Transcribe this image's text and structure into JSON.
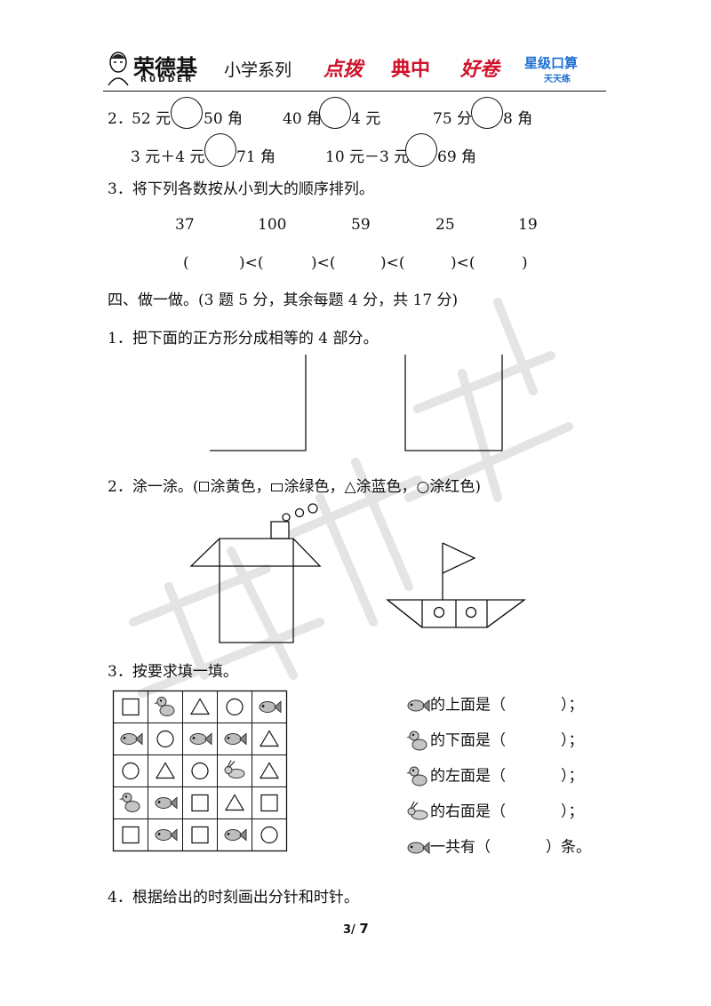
{
  "header": {
    "brand": "荣德基",
    "brand_sub": "RUDDER",
    "series": "小学系列",
    "logo1": "点拨",
    "logo2": "典中",
    "logo3": "好卷",
    "logo4_line1": "星级口算",
    "logo4_line2": "天天练",
    "accent_red": "#d0112b",
    "accent_blue": "#1c6fd1"
  },
  "q2": {
    "number": "2．",
    "row1": [
      {
        "left": "52 元",
        "right": "50 角"
      },
      {
        "left": "40 角",
        "right": "4 元"
      },
      {
        "left": "75 分",
        "right": "8 角"
      }
    ],
    "row2": [
      {
        "left": "3 元＋4 元",
        "right": "71 角"
      },
      {
        "left": "10 元－3 元",
        "right": "69 角"
      }
    ]
  },
  "q3": {
    "text": "3．将下列各数按从小到大的顺序排列。",
    "numbers": [
      "37",
      "100",
      "59",
      "25",
      "19"
    ],
    "order_line": [
      "(",
      ")<(",
      ")<(",
      ")<(",
      ")<(",
      ")"
    ]
  },
  "section4": {
    "title": "四、做一做。(3 题 5 分，其余每题 4 分，共 17 分)",
    "q1": "1．把下面的正方形分成相等的 4 部分。",
    "q2": "2．涂一涂。(",
    "q2_legend": [
      {
        "shape": "small-square-icon",
        "text": "涂黄色，"
      },
      {
        "shape": "rectangle-icon",
        "text": "涂绿色，"
      },
      {
        "shape": "triangle-icon",
        "text": "涂蓝色，"
      },
      {
        "shape": "circle-icon",
        "text": "涂红色)"
      }
    ],
    "q3": "3．按要求填一填。",
    "grid": [
      [
        "square",
        "duck",
        "triangle",
        "circle",
        "fish"
      ],
      [
        "fish",
        "circle",
        "fish",
        "fish",
        "triangle"
      ],
      [
        "circle",
        "triangle",
        "circle",
        "rabbit",
        "triangle"
      ],
      [
        "duck",
        "fish",
        "square",
        "triangle",
        "square"
      ],
      [
        "square",
        "fish",
        "square",
        "fish",
        "circle"
      ]
    ],
    "fill_lines": [
      {
        "icon": "fish",
        "text": "的上面是（",
        "end": "）；"
      },
      {
        "icon": "duck",
        "text": "的下面是（",
        "end": "）；"
      },
      {
        "icon": "duck",
        "text": "的左面是（",
        "end": "）；"
      },
      {
        "icon": "rabbit",
        "text": "的右面是（",
        "end": "）；"
      },
      {
        "icon": "fish",
        "text": "一共有（",
        "end": "）条。"
      }
    ],
    "q4": "4．根据给出的时刻画出分针和时针。"
  },
  "footer": {
    "page": "3",
    "sep": "/",
    "total": "7"
  }
}
